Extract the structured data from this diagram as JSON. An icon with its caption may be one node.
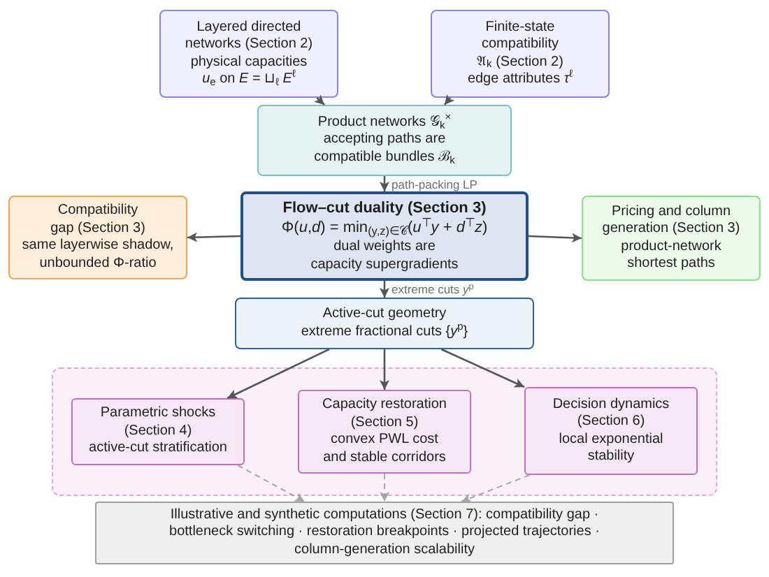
{
  "diagram": {
    "nodes": [
      {
        "text": [
          "Layered directed networks (Section 2)",
          "physical capacities *u*$_{e}$ on *E* = ⊔$_{ℓ}$ *E*$^{ℓ}$"
        ]
      },
      {
        "text": [
          "Finite-state compatibility",
          "𝔄$_{k}$ (Section 2)",
          "edge attributes *τ*$^{ℓ}$"
        ]
      },
      {
        "text": [
          "Product networks 𝒢$_{k}$$^{×}$",
          "accepting paths are compatible bundles ℬ$_{k}$"
        ]
      },
      {
        "text": [
          "Compatibility gap (Section 3)",
          "same layerwise shadow, unbounded Φ-ratio"
        ]
      },
      {
        "text": [
          "Flow–cut duality (Section 3)",
          "Φ(*u*,*d*) = min$_{(y,z)∈𝒞}$(*u*$^{⊤}$*y* + *d*$^{⊤}$*z*)",
          "dual weights are capacity supergradients"
        ]
      },
      {
        "text": [
          "Pricing and column generation (Section 3)",
          "product-network shortest paths"
        ]
      },
      {
        "text": [
          "Active-cut geometry",
          "extreme fractional cuts {*y*$^{p}$}"
        ]
      },
      {
        "text": [],
        "shape": "box"
      },
      {
        "text": [
          "Parametric shocks (Section 4)",
          "active-cut stratification"
        ],
        "in": 7
      },
      {
        "text": [
          "Capacity restoration (Section 5)",
          "convex PWL cost and stable corridors"
        ],
        "in": 7
      },
      {
        "text": [
          "Decision dynamics (Section 6)",
          "local exponential stability"
        ],
        "in": 7
      },
      {
        "text": [
          "Illustrative and synthetic computations (Section 7): compatibility gap · bottleneck switching · restoration breakpoints · projected trajectories · column-generation scalability"
        ]
      }
    ],
    "edges": [
      {
        "from": 0,
        "to": 2,
        "arrow": "to"
      },
      {
        "from": 1,
        "to": 2,
        "arrow": "to"
      },
      {
        "from": 2,
        "to": 4,
        "arrow": "to",
        "label": "path-packing LP"
      },
      {
        "from": 4,
        "to": 3,
        "arrow": "to"
      },
      {
        "from": 4,
        "to": 5,
        "arrow": "to"
      },
      {
        "from": 4,
        "to": 6,
        "arrow": "to",
        "label": "extreme cuts *y*$^{p}$"
      },
      {
        "from": 6,
        "to": 8,
        "arrow": "to"
      },
      {
        "from": 6,
        "to": 9,
        "arrow": "to"
      },
      {
        "from": 6,
        "to": 10,
        "arrow": "to"
      },
      {
        "from": 8,
        "to": 11,
        "arrow": "to",
        "style": "dashed",
        "color": "#a6a6a6"
      },
      {
        "from": 9,
        "to": 11,
        "arrow": "to",
        "style": "dashed",
        "color": "#a6a6a6"
      },
      {
        "from": 10,
        "to": 11,
        "arrow": "to",
        "style": "dashed",
        "color": "#a6a6a6"
      }
    ]
  }
}
